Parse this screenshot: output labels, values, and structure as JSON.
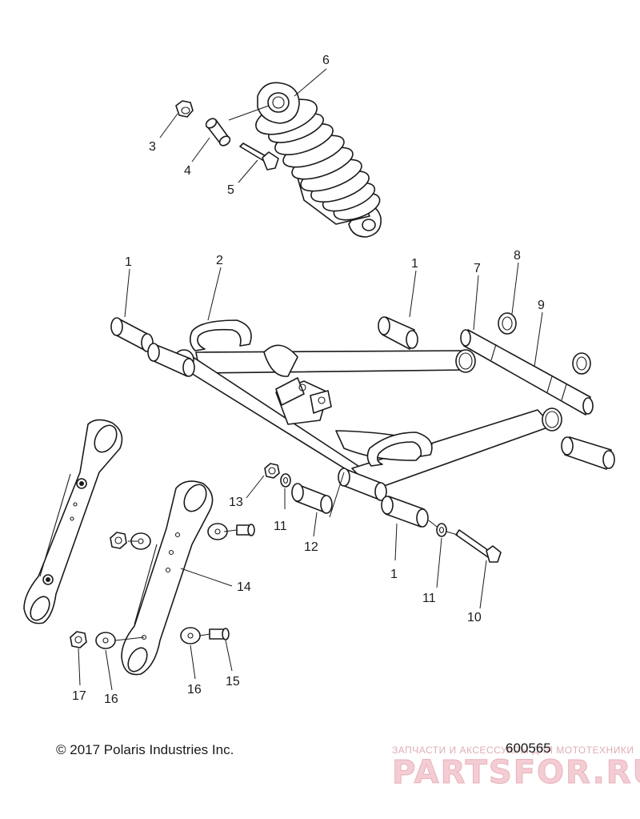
{
  "diagram": {
    "callouts": {
      "c1a": "1",
      "c1b": "1",
      "c1c": "1",
      "c2": "2",
      "c3": "3",
      "c4": "4",
      "c5": "5",
      "c6": "6",
      "c7": "7",
      "c8": "8",
      "c9": "9",
      "c10": "10",
      "c11a": "11",
      "c11b": "11",
      "c12": "12",
      "c13": "13",
      "c14": "14",
      "c15": "15",
      "c16a": "16",
      "c16b": "16",
      "c17": "17"
    }
  },
  "footer": {
    "copyright": "© 2017 Polaris Industries Inc.",
    "drawing_number": "600565"
  },
  "watermark": {
    "tagline": "ЗАПЧАСТИ И АКСЕССУАРЫ ДЛЯ МОТОТЕХНИКИ",
    "logo": "PARTSFOR.RU"
  }
}
